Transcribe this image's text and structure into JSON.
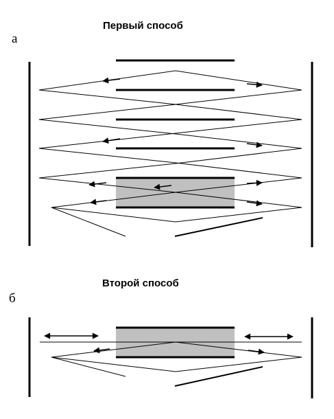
{
  "panel_a": {
    "letter": "а",
    "title": "Первый способ"
  },
  "panel_b": {
    "letter": "б",
    "title": "Второй способ"
  },
  "colors": {
    "line": "#000000",
    "highlight_fill": "#c0c0c0",
    "background": "#ffffff"
  }
}
